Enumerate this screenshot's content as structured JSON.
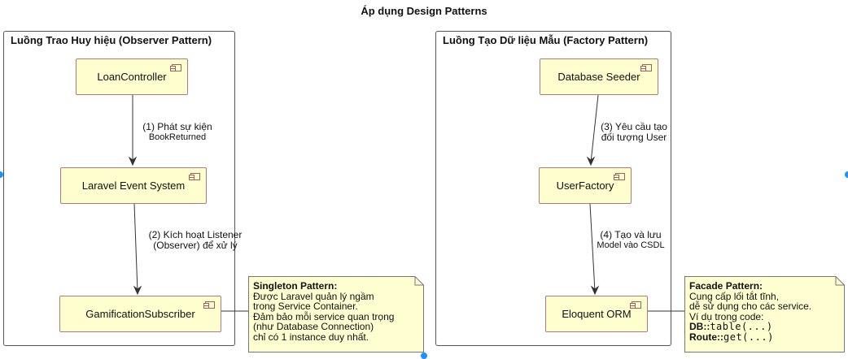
{
  "title": "Áp dụng Design Patterns",
  "packages": {
    "observer": {
      "title": "Luồng Trao Huy hiệu (Observer Pattern)",
      "components": {
        "loan_controller": "LoanController",
        "event_system": "Laravel Event System",
        "gamification_subscriber": "GamificationSubscriber"
      },
      "edges": {
        "e1_line1": "(1) Phát sự kiện",
        "e1_line2": "BookReturned",
        "e2_line1": "(2) Kích hoạt Listener",
        "e2_line2": "(Observer) để xử lý"
      }
    },
    "factory": {
      "title": "Luồng Tạo Dữ liệu Mẫu (Factory Pattern)",
      "components": {
        "database_seeder": "Database Seeder",
        "user_factory": "UserFactory",
        "eloquent_orm": "Eloquent ORM"
      },
      "edges": {
        "e3_line1": "(3) Yêu cầu tạo",
        "e3_line2": "đối tượng User",
        "e4_line1": "(4) Tạo và lưu",
        "e4_line2": "Model vào CSDL"
      }
    }
  },
  "notes": {
    "singleton": {
      "title": "Singleton Pattern:",
      "lines": [
        "Được Laravel quản lý ngầm",
        "trong Service Container.",
        "Đảm bảo mỗi service quan trọng",
        "(như Database Connection)",
        "chỉ có 1 instance duy nhất."
      ]
    },
    "facade": {
      "title": "Facade Pattern:",
      "lines": [
        "Cung cấp lối tắt tĩnh,",
        "dễ sử dụng cho các service.",
        "Ví dụ trong code:"
      ],
      "code1_prefix": "DB::",
      "code1_rest": "table(...)",
      "code2_prefix": "Route::",
      "code2_rest": "get(...)"
    }
  },
  "colors": {
    "component_fill": "#fefece",
    "component_border": "#b87878",
    "note_fill": "#fbfb77",
    "arrow": "#333333",
    "selection_handle": "#1e90ff"
  }
}
